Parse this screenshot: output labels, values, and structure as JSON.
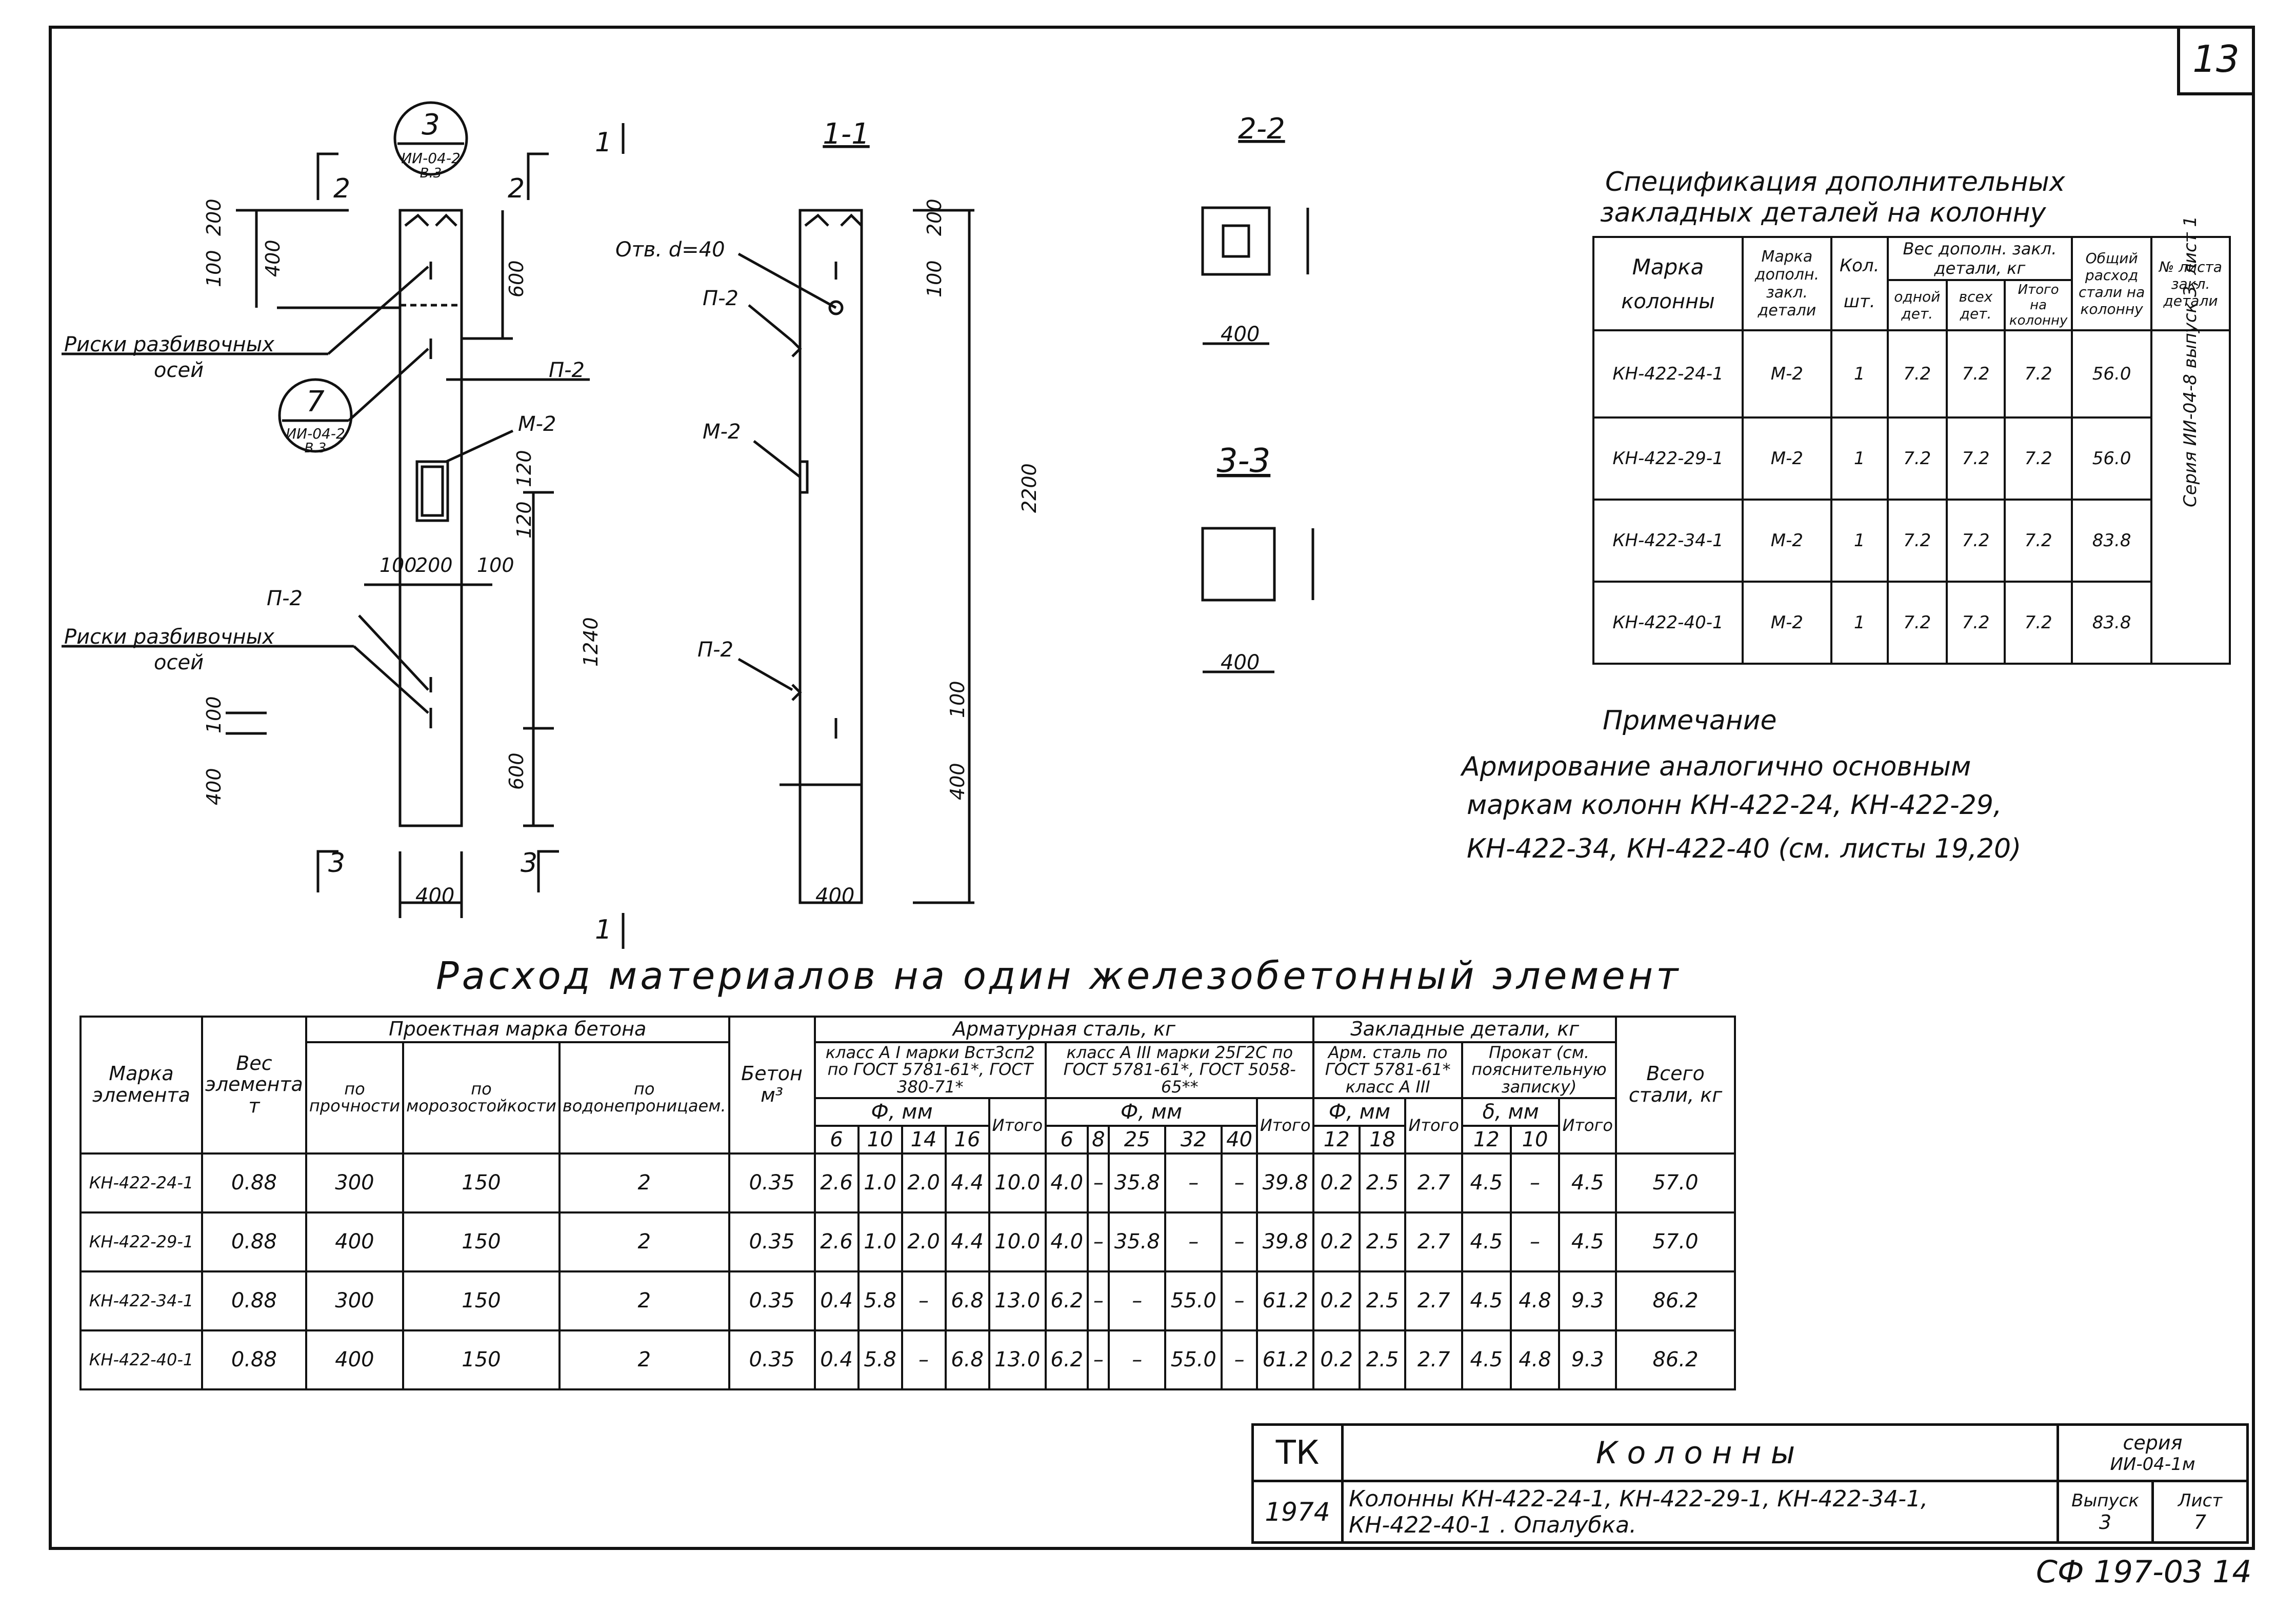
{
  "sheet_number": "13",
  "drawing": {
    "section_1_1": "1-1",
    "section_2_2": "2-2",
    "section_3_3": "3-3",
    "cut_1": "1",
    "cut_2": "2",
    "cut_3": "3",
    "callout_top": {
      "num": "3",
      "ref": "ИИ-04-2",
      "sub": "В.3"
    },
    "callout_mid": {
      "num": "7",
      "ref": "ИИ-04-2",
      "sub": "В.3"
    },
    "note_axes_1a": "Риски разбивочных",
    "note_axes_1b": "осей",
    "note_axes_2a": "Риски разбивочных",
    "note_axes_2b": "осей",
    "p2": "П-2",
    "m2": "М-2",
    "hole": "Отв. d=40",
    "dims": {
      "d100": "100",
      "d200": "200",
      "d400": "400",
      "d600": "600",
      "d120": "120",
      "d1240": "1240",
      "d2200": "2200"
    }
  },
  "spec": {
    "title_1": "Спецификация дополнительных",
    "title_2": "закладных деталей на колонну",
    "headers": {
      "marka_1": "Марка",
      "marka_2": "колонны",
      "detail": "Марка дополн. закл. детали",
      "qty_1": "Кол.",
      "qty_2": "шт.",
      "weight": "Вес дополн. закл. детали, кг",
      "w_one": "одной дет.",
      "w_all": "всех дет.",
      "w_total": "Итого на колонну",
      "total_steel": "Общий расход стали на колонну",
      "sheet_no": "№ листа закл. детали"
    },
    "rows": [
      {
        "mark": "КН-422-24-1",
        "detail": "М-2",
        "qty": "1",
        "one": "7.2",
        "all": "7.2",
        "total": "7.2",
        "steel": "56.0"
      },
      {
        "mark": "КН-422-29-1",
        "detail": "М-2",
        "qty": "1",
        "one": "7.2",
        "all": "7.2",
        "total": "7.2",
        "steel": "56.0"
      },
      {
        "mark": "КН-422-34-1",
        "detail": "М-2",
        "qty": "1",
        "one": "7.2",
        "all": "7.2",
        "total": "7.2",
        "steel": "83.8"
      },
      {
        "mark": "КН-422-40-1",
        "detail": "М-2",
        "qty": "1",
        "one": "7.2",
        "all": "7.2",
        "total": "7.2",
        "steel": "83.8"
      }
    ],
    "sheet_ref": "Серия ИИ-04-8 выпуск 3, лист 1"
  },
  "note": {
    "title": "Примечание",
    "line1": "Армирование аналогично основным",
    "line2": "маркам колонн КН-422-24, КН-422-29,",
    "line3": "КН-422-34, КН-422-40 (см. листы 19,20)"
  },
  "materials": {
    "title": "Расход материалов на один железобетонный элемент",
    "h": {
      "marka": "Марка элемента",
      "ves": "Вес элемента т",
      "proj": "Проектная марка бетона",
      "p_strength": "по прочности",
      "p_frost": "по морозостойкости",
      "p_water": "по водонепроницаем.",
      "beton": "Бетон м³",
      "armat": "Арматурная сталь, кг",
      "a1": "класс А I марки Вст3сп2 по ГОСТ 5781-61*, ГОСТ 380-71*",
      "a3": "класс А III марки 25Г2С по ГОСТ 5781-61*, ГОСТ 5058-65**",
      "phi": "Ф, мм",
      "itogo": "Итого",
      "zakl": "Закладные детали, кг",
      "arm_steel": "Арм. сталь по ГОСТ 5781-61* класс А III",
      "prokat": "Прокат (см. пояснительную записку)",
      "delta": "δ, мм",
      "vsego": "Всего стали, кг",
      "a1_d": [
        "6",
        "10",
        "14",
        "16"
      ],
      "a3_d": [
        "6",
        "8",
        "25",
        "32",
        "40"
      ],
      "z_d": [
        "12",
        "18"
      ],
      "p_d": [
        "12",
        "10"
      ]
    },
    "rows": [
      [
        "КН-422-24-1",
        "0.88",
        "300",
        "150",
        "2",
        "0.35",
        "2.6",
        "1.0",
        "2.0",
        "4.4",
        "10.0",
        "4.0",
        "–",
        "35.8",
        "–",
        "–",
        "39.8",
        "0.2",
        "2.5",
        "2.7",
        "4.5",
        "–",
        "4.5",
        "57.0"
      ],
      [
        "КН-422-29-1",
        "0.88",
        "400",
        "150",
        "2",
        "0.35",
        "2.6",
        "1.0",
        "2.0",
        "4.4",
        "10.0",
        "4.0",
        "–",
        "35.8",
        "–",
        "–",
        "39.8",
        "0.2",
        "2.5",
        "2.7",
        "4.5",
        "–",
        "4.5",
        "57.0"
      ],
      [
        "КН-422-34-1",
        "0.88",
        "300",
        "150",
        "2",
        "0.35",
        "0.4",
        "5.8",
        "–",
        "6.8",
        "13.0",
        "6.2",
        "–",
        "–",
        "55.0",
        "–",
        "61.2",
        "0.2",
        "2.5",
        "2.7",
        "4.5",
        "4.8",
        "9.3",
        "86.2"
      ],
      [
        "КН-422-40-1",
        "0.88",
        "400",
        "150",
        "2",
        "0.35",
        "0.4",
        "5.8",
        "–",
        "6.8",
        "13.0",
        "6.2",
        "–",
        "–",
        "55.0",
        "–",
        "61.2",
        "0.2",
        "2.5",
        "2.7",
        "4.5",
        "4.8",
        "9.3",
        "86.2"
      ]
    ]
  },
  "title_block": {
    "org": "ТК",
    "name": "Колонны",
    "series_label": "серия",
    "series": "ИИ-04-1м",
    "year": "1974",
    "desc_1": "Колонны КН-422-24-1, КН-422-29-1, КН-422-34-1,",
    "desc_2": "КН-422-40-1 . Опалубка.",
    "issue_label": "Выпуск",
    "issue": "3",
    "sheet_label": "Лист",
    "sheet": "7"
  },
  "stamp": "СФ 197-03 14"
}
